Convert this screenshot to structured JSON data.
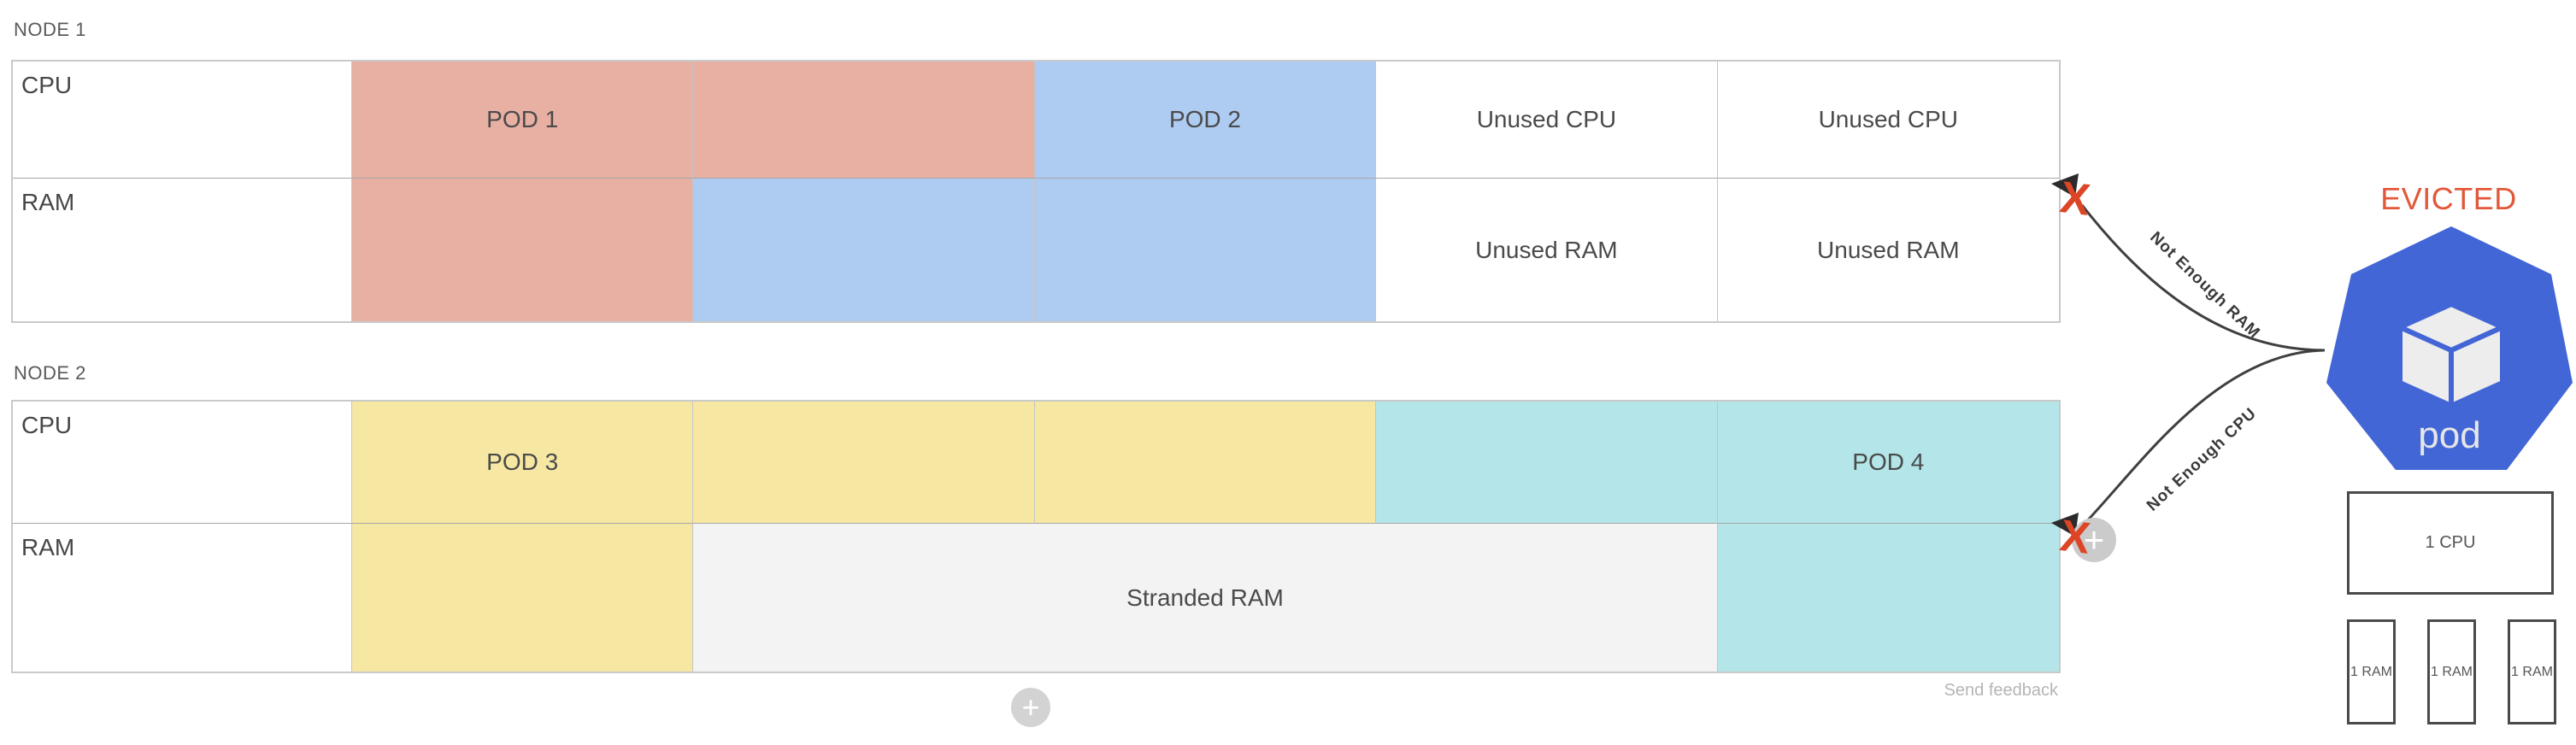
{
  "node1": {
    "title": "NODE 1",
    "cpu_label": "CPU",
    "ram_label": "RAM",
    "pods": {
      "pod1": "POD 1",
      "pod2": "POD 2"
    },
    "unused_cpu": [
      "Unused CPU",
      "Unused CPU"
    ],
    "unused_ram": [
      "Unused RAM",
      "Unused RAM"
    ]
  },
  "node2": {
    "title": "NODE 2",
    "cpu_label": "CPU",
    "ram_label": "RAM",
    "pods": {
      "pod3": "POD 3",
      "pod4": "POD 4"
    },
    "stranded_ram": "Stranded RAM"
  },
  "evicted_pod": {
    "status": "EVICTED",
    "pod_label": "pod",
    "cpu_request": "1 CPU",
    "ram_requests": [
      "1 RAM",
      "1 RAM",
      "1 RAM"
    ]
  },
  "connectors": {
    "ram_reason": "Not Enough RAM",
    "cpu_reason": "Not Enough CPU",
    "reject_mark": "X"
  },
  "footer": {
    "send_feedback_label": "Send feedback"
  },
  "icons": {
    "add": "+",
    "arrowhead": "left-triangle",
    "pod_shape": "kubernetes-pod-heptagon",
    "cube": "container-cube"
  },
  "colors": {
    "pod1_salmon": "#e8afa3",
    "pod2_blue": "#aecbf2",
    "pod3_yellow": "#f6e8a3",
    "pod4_teal": "#b3e5e9",
    "stranded_gray": "#f3f3f3",
    "pod_heptagon_blue": "#4366d6",
    "evicted_text": "#e2583a",
    "reject_x": "#dd4527",
    "connector_line": "#3f3f3f"
  }
}
